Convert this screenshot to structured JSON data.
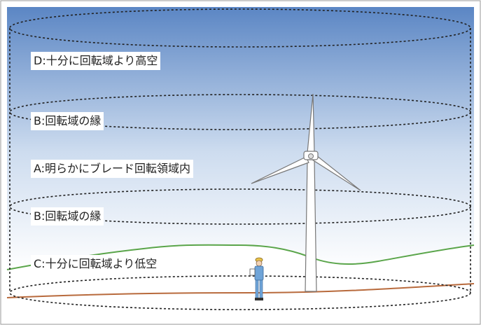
{
  "colors": {
    "sky_top": "#5b86c4",
    "sky_bottom": "#ffffff",
    "hill_line": "#5aa54a",
    "ground_line": "#b86a3c",
    "zone_boundary": "#222222",
    "turbine": "#ffffff",
    "worker": "#6fa4d8"
  },
  "zones": {
    "d": {
      "label": "D:十分に回転域より高空"
    },
    "b_upper": {
      "label": "B:回転域の縁"
    },
    "a": {
      "label": "A:明らかにブレード回転領域内"
    },
    "b_lower": {
      "label": "B:回転域の縁"
    },
    "c": {
      "label": "C:十分に回転域より低空"
    }
  }
}
